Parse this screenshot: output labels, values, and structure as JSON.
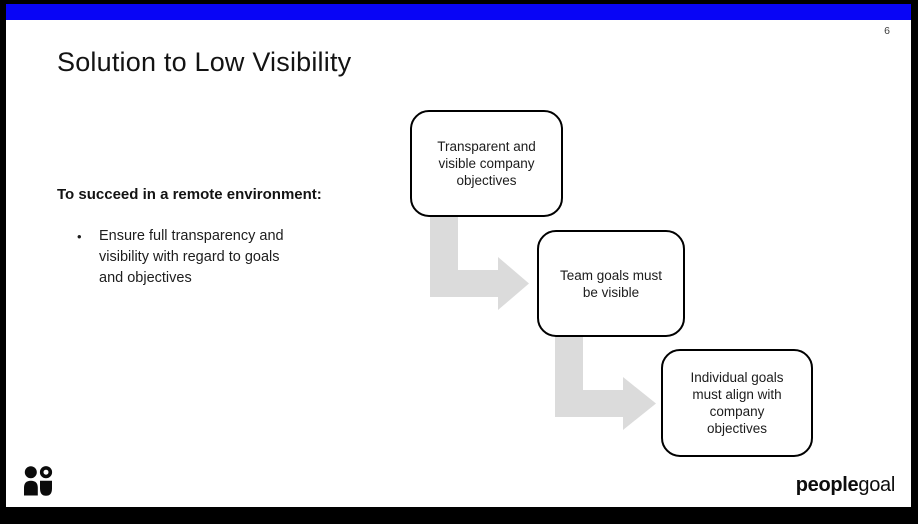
{
  "theme": {
    "accent": "#0805F6",
    "arrow": "#DBDBDB",
    "frame": "#000000"
  },
  "slide": {
    "number": "6"
  },
  "title": "Solution to Low Visibility",
  "intro": {
    "heading": "To succeed in a remote environment:",
    "bullet_marker": "•",
    "bullet": {
      "text": "Ensure full transparency and visibility with regard to goals and objectives",
      "lines": [
        "Ensure full transparency and",
        "visibility with regard to goals",
        "and objectives"
      ]
    }
  },
  "diagram": {
    "boxes": [
      {
        "label": "Transparent and visible company objectives",
        "lines": [
          "Transparent and",
          "visible company",
          "objectives"
        ]
      },
      {
        "label": "Team goals must be visible",
        "lines": [
          "Team goals must",
          "be visible"
        ]
      },
      {
        "label": "Individual goals must align with company objectives",
        "lines": [
          "Individual goals",
          "must align with",
          "company",
          "objectives"
        ]
      }
    ],
    "arrow_icon": "elbow-arrow-icon"
  },
  "footer": {
    "mark_icon": "two-people-icon",
    "brand_bold": "people",
    "brand_regular": "goal"
  }
}
